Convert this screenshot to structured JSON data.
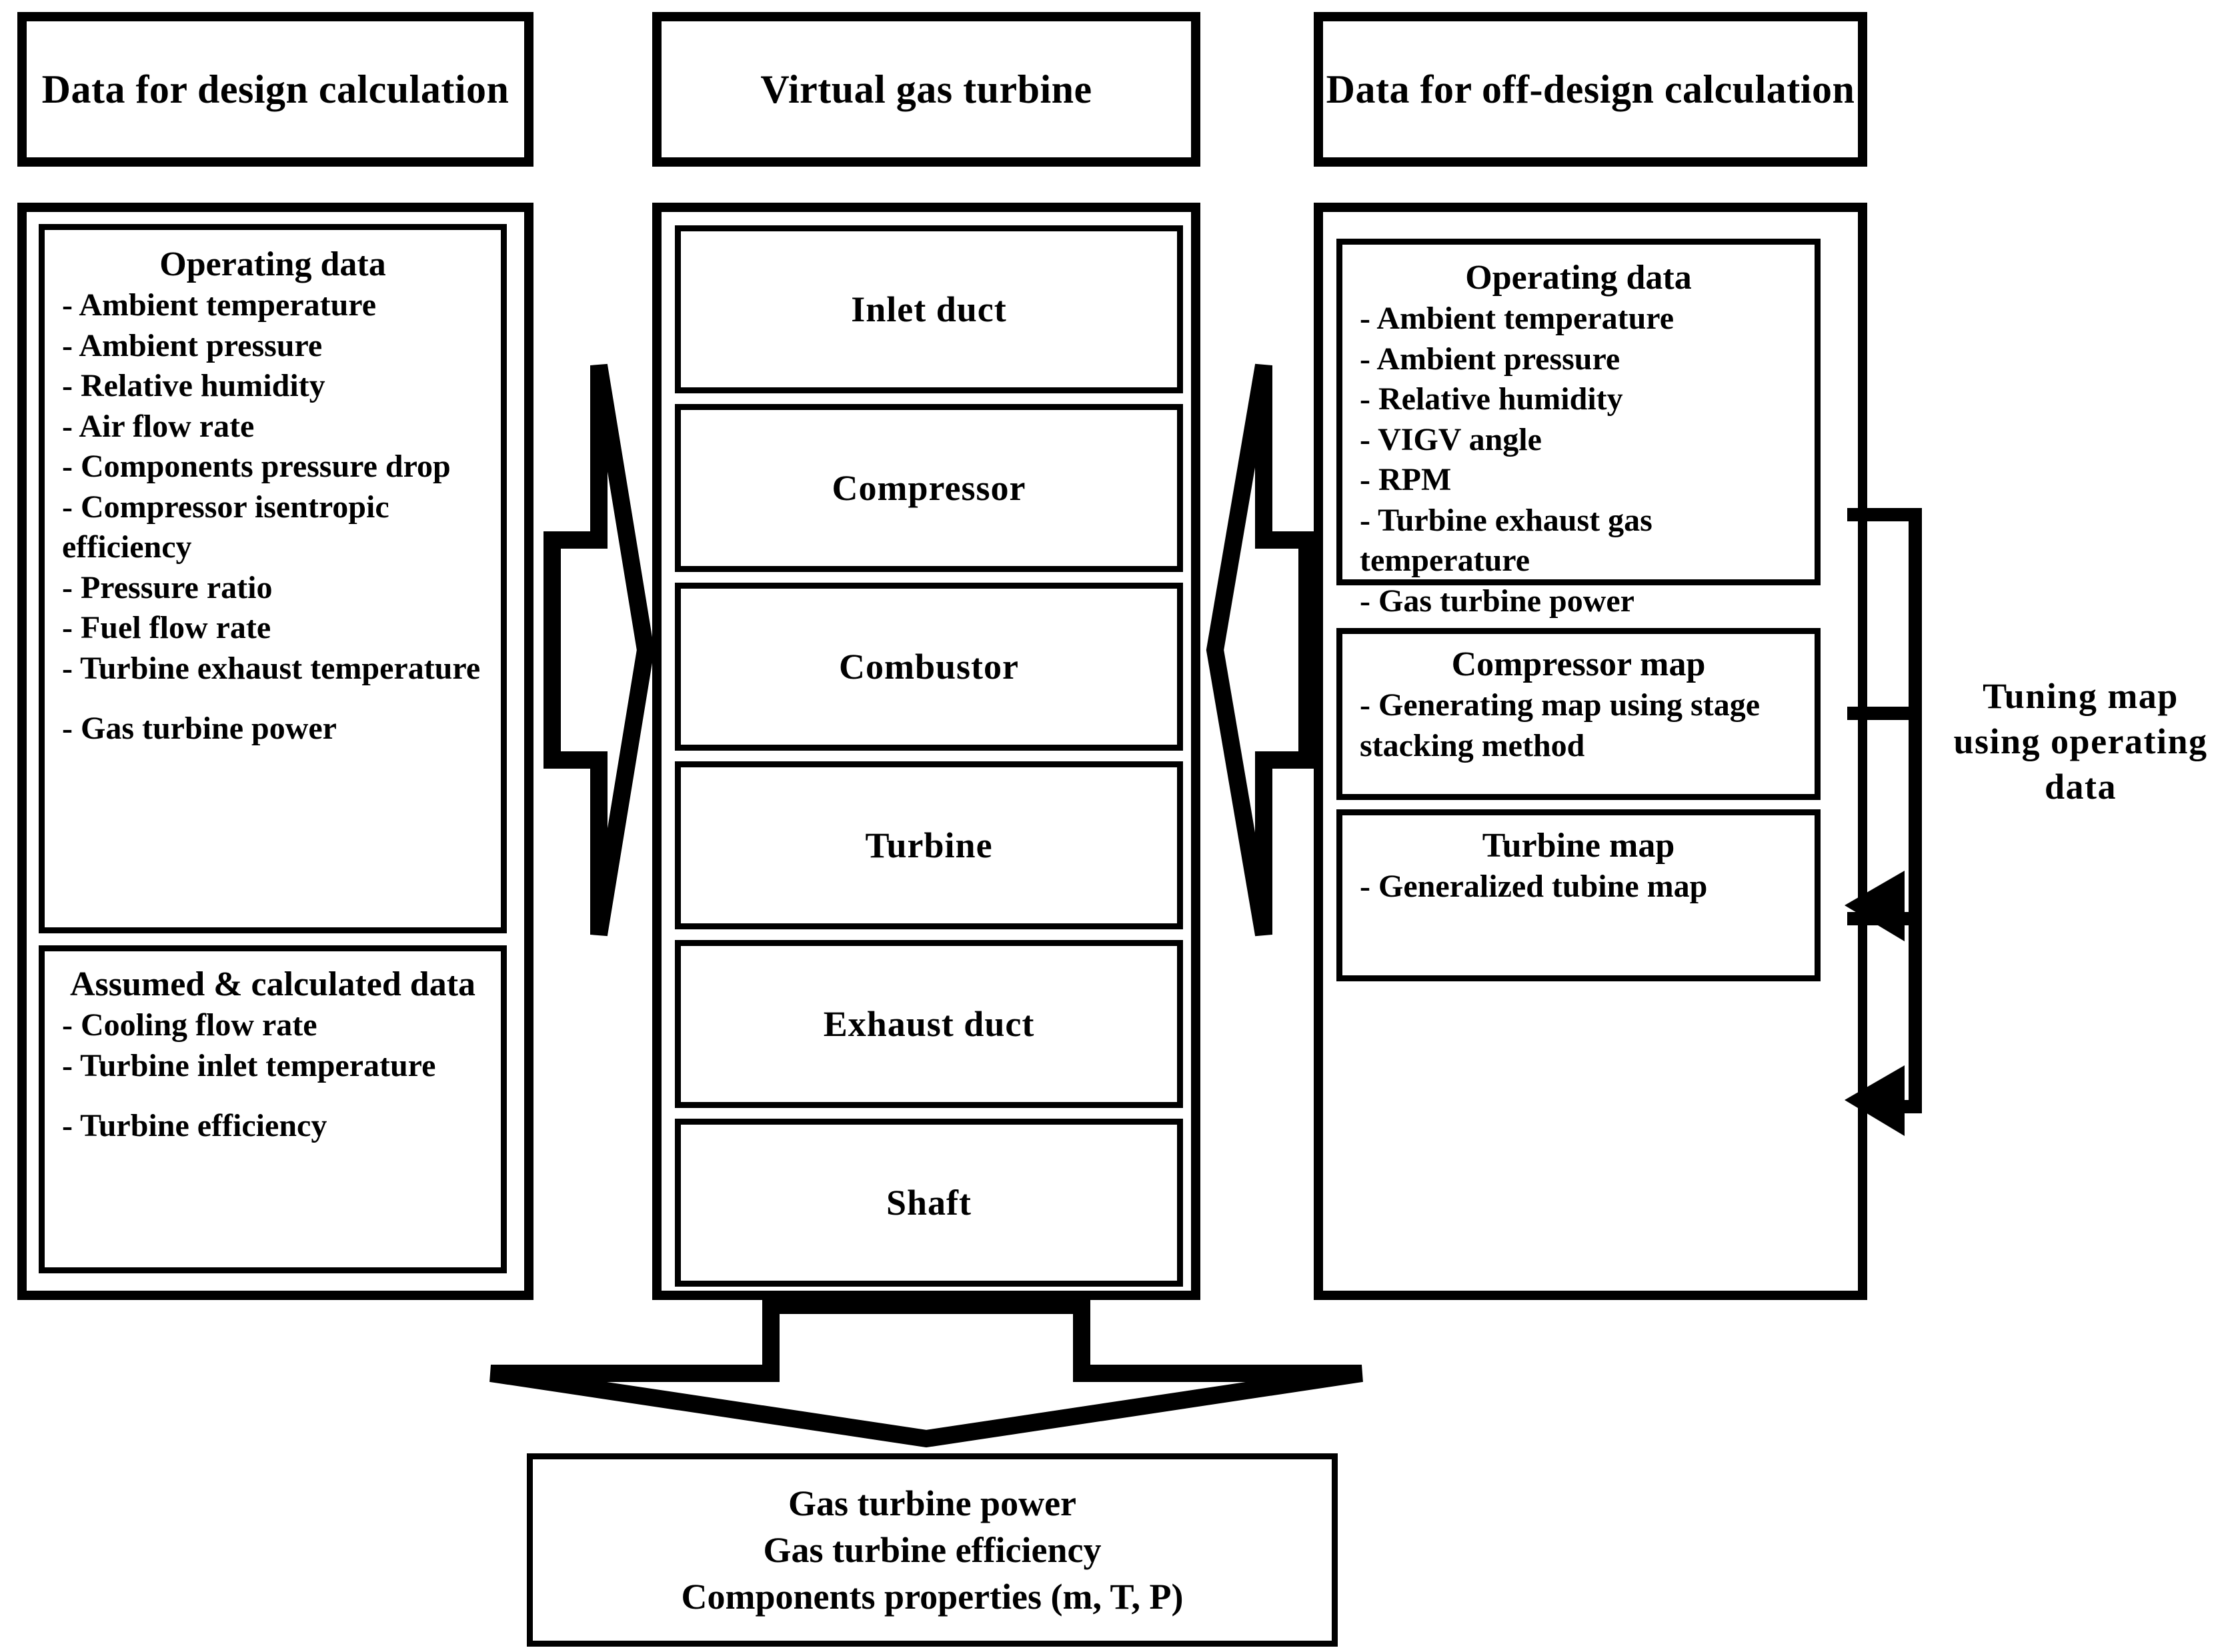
{
  "headers": {
    "left": "Data for design calculation",
    "center": "Virtual gas turbine",
    "right": "Data for off-design calculation"
  },
  "design_panel": {
    "operating_data": {
      "title": "Operating data",
      "items": [
        "- Ambient temperature",
        "- Ambient pressure",
        "- Relative humidity",
        "- Air flow rate",
        "- Components pressure drop",
        "- Compressor isentropic efficiency",
        "- Pressure ratio",
        "- Fuel flow rate",
        "- Turbine exhaust temperature",
        "- Gas turbine power"
      ]
    },
    "assumed_calculated": {
      "title": "Assumed & calculated data",
      "items": [
        "- Cooling flow rate",
        "- Turbine inlet temperature",
        "- Turbine efficiency"
      ]
    }
  },
  "virtual_gas_turbine": {
    "components": [
      "Inlet duct",
      "Compressor",
      "Combustor",
      "Turbine",
      "Exhaust duct",
      "Shaft"
    ]
  },
  "offdesign_panel": {
    "operating_data": {
      "title": "Operating data",
      "items": [
        "- Ambient temperature",
        "- Ambient pressure",
        "- Relative humidity",
        "- VIGV angle",
        "- RPM",
        "- Turbine exhaust gas temperature",
        "- Gas turbine power"
      ]
    },
    "compressor_map": {
      "title": "Compressor map",
      "items": [
        "- Generating map using stage stacking method"
      ]
    },
    "turbine_map": {
      "title": "Turbine map",
      "items": [
        "- Generalized tubine map"
      ]
    }
  },
  "tuning_caption": "Tuning map using operating data",
  "output": {
    "lines": [
      "Gas turbine power",
      "Gas turbine efficiency",
      "Components properties (m, T, P)"
    ]
  },
  "colors": {
    "stroke": "#000000",
    "background": "#ffffff"
  }
}
